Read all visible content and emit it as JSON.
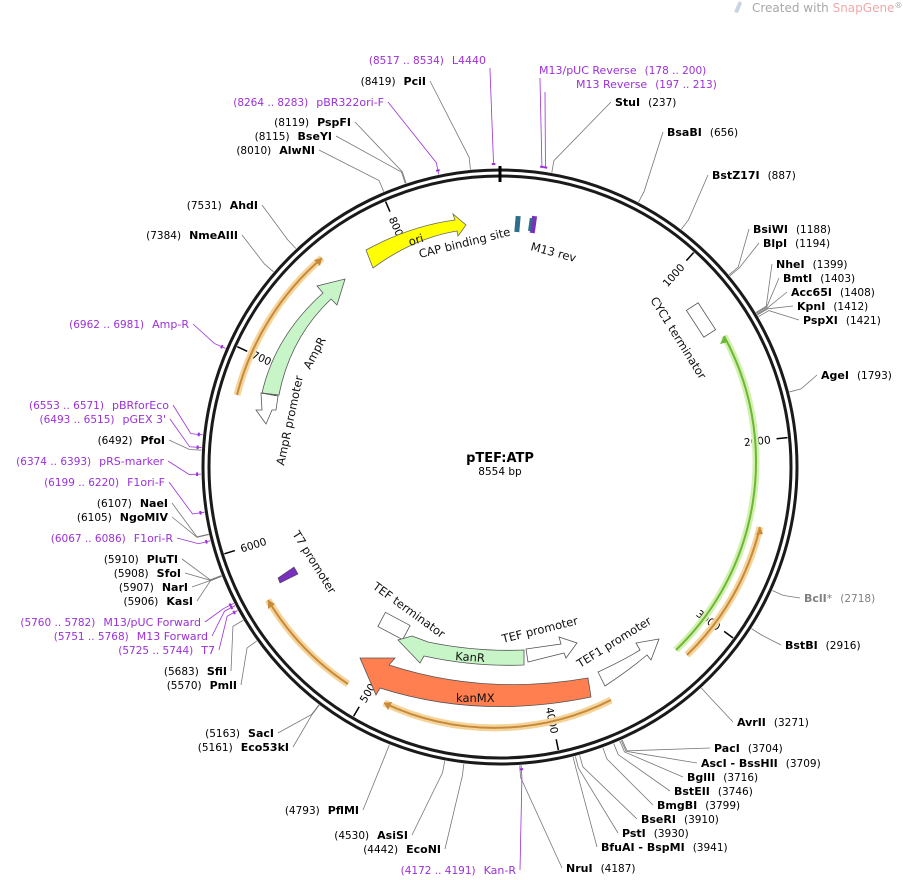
{
  "brand": {
    "text": "Created with ",
    "name": "SnapGene",
    "mark": "®"
  },
  "plasmid": {
    "name": "pTEF:ATP",
    "length_label": "8554 bp",
    "length": 8554
  },
  "ticks": [
    {
      "bp": 1000,
      "label": "1000"
    },
    {
      "bp": 2000,
      "label": "2000"
    },
    {
      "bp": 3000,
      "label": "3000"
    },
    {
      "bp": 4000,
      "label": "4000"
    },
    {
      "bp": 5000,
      "label": "5000"
    },
    {
      "bp": 6000,
      "label": "6000"
    },
    {
      "bp": 7000,
      "label": "7000"
    },
    {
      "bp": 8000,
      "label": "8000"
    }
  ],
  "colors": {
    "backbone": "#1a1a1a",
    "primer": "#9b30d9",
    "ori": "#ffff00",
    "ampr": "#c8f5c8",
    "kanr": "#c8f5c8",
    "kanmx": "#ff7f50",
    "orf": "#c8893a",
    "orf_glow": "#f5d49a",
    "cyc1_orf": "#6ab833",
    "cyc1_glow": "#d4f0b0",
    "cap": "#2d6f8a",
    "m13": "#7b2fbf"
  },
  "labels": {
    "right": [
      {
        "pos": "(237)",
        "name": "StuI",
        "bp": 237,
        "kind": "enzyme"
      },
      {
        "pos": "(656)",
        "name": "BsaBI",
        "bp": 656,
        "kind": "enzyme"
      },
      {
        "pos": "(887)",
        "name": "BstZ17I",
        "bp": 887,
        "kind": "enzyme"
      },
      {
        "pos": "(1188)",
        "name": "BsiWI",
        "bp": 1188,
        "kind": "enzyme"
      },
      {
        "pos": "(1194)",
        "name": "BlpI",
        "bp": 1194,
        "kind": "enzyme"
      },
      {
        "pos": "(1399)",
        "name": "NheI",
        "bp": 1399,
        "kind": "enzyme"
      },
      {
        "pos": "(1403)",
        "name": "BmtI",
        "bp": 1403,
        "kind": "enzyme"
      },
      {
        "pos": "(1408)",
        "name": "Acc65I",
        "bp": 1408,
        "kind": "enzyme"
      },
      {
        "pos": "(1412)",
        "name": "KpnI",
        "bp": 1412,
        "kind": "enzyme"
      },
      {
        "pos": "(1421)",
        "name": "PspXI",
        "bp": 1421,
        "kind": "enzyme"
      },
      {
        "pos": "(1793)",
        "name": "AgeI",
        "bp": 1793,
        "kind": "enzyme"
      },
      {
        "pos": "(2718)",
        "name": "BclI",
        "star": "*",
        "bp": 2718,
        "kind": "nonunique"
      },
      {
        "pos": "(2916)",
        "name": "BstBI",
        "bp": 2916,
        "kind": "enzyme"
      },
      {
        "pos": "(3271)",
        "name": "AvrII",
        "bp": 3271,
        "kind": "enzyme"
      },
      {
        "pos": "(3704)",
        "name": "PacI",
        "bp": 3704,
        "kind": "enzyme"
      },
      {
        "pos": "(3709)",
        "name": "AscI - BssHII",
        "bp": 3709,
        "kind": "enzyme"
      },
      {
        "pos": "(3716)",
        "name": "BglII",
        "bp": 3716,
        "kind": "enzyme"
      },
      {
        "pos": "(3746)",
        "name": "BstEII",
        "bp": 3746,
        "kind": "enzyme"
      },
      {
        "pos": "(3799)",
        "name": "BmgBI",
        "bp": 3799,
        "kind": "enzyme"
      },
      {
        "pos": "(3910)",
        "name": "BseRI",
        "bp": 3910,
        "kind": "enzyme"
      },
      {
        "pos": "(3930)",
        "name": "PstI",
        "bp": 3930,
        "kind": "enzyme"
      },
      {
        "pos": "(3941)",
        "name": "BfuAI - BspMI",
        "bp": 3941,
        "kind": "enzyme"
      },
      {
        "pos": "(4187)",
        "name": "NruI",
        "bp": 4187,
        "kind": "enzyme"
      }
    ],
    "left": [
      {
        "pos": "(8419)",
        "name": "PciI",
        "bp": 8419,
        "kind": "enzyme"
      },
      {
        "pos": "(8264 .. 8283)",
        "name": "pBR322ori-F",
        "bp": 8273,
        "kind": "primer"
      },
      {
        "pos": "(8119)",
        "name": "PspFI",
        "bp": 8119,
        "kind": "enzyme"
      },
      {
        "pos": "(8115)",
        "name": "BseYI",
        "bp": 8115,
        "kind": "enzyme"
      },
      {
        "pos": "(8010)",
        "name": "AlwNI",
        "bp": 8010,
        "kind": "enzyme"
      },
      {
        "pos": "(7531)",
        "name": "AhdI",
        "bp": 7531,
        "kind": "enzyme"
      },
      {
        "pos": "(7384)",
        "name": "NmeAIII",
        "bp": 7384,
        "kind": "enzyme"
      },
      {
        "pos": "(6962 .. 6981)",
        "name": "Amp-R",
        "bp": 6971,
        "kind": "primer"
      },
      {
        "pos": "(6553 .. 6571)",
        "name": "pBRforEco",
        "bp": 6562,
        "kind": "primer"
      },
      {
        "pos": "(6493 .. 6515)",
        "name": "pGEX 3'",
        "bp": 6504,
        "kind": "primer"
      },
      {
        "pos": "(6492)",
        "name": "PfoI",
        "bp": 6492,
        "kind": "enzyme"
      },
      {
        "pos": "(6374 .. 6393)",
        "name": "pRS-marker",
        "bp": 6383,
        "kind": "primer"
      },
      {
        "pos": "(6199 .. 6220)",
        "name": "F1ori-F",
        "bp": 6209,
        "kind": "primer"
      },
      {
        "pos": "(6107)",
        "name": "NaeI",
        "bp": 6107,
        "kind": "enzyme"
      },
      {
        "pos": "(6105)",
        "name": "NgoMIV",
        "bp": 6105,
        "kind": "enzyme"
      },
      {
        "pos": "(6067 .. 6086)",
        "name": "F1ori-R",
        "bp": 6076,
        "kind": "primer"
      },
      {
        "pos": "(5910)",
        "name": "PluTI",
        "bp": 5910,
        "kind": "enzyme"
      },
      {
        "pos": "(5908)",
        "name": "SfoI",
        "bp": 5908,
        "kind": "enzyme"
      },
      {
        "pos": "(5907)",
        "name": "NarI",
        "bp": 5907,
        "kind": "enzyme"
      },
      {
        "pos": "(5906)",
        "name": "KasI",
        "bp": 5906,
        "kind": "enzyme"
      },
      {
        "pos": "(5760 .. 5782)",
        "name": "M13/pUC Forward",
        "bp": 5771,
        "kind": "primer"
      },
      {
        "pos": "(5751 .. 5768)",
        "name": "M13 Forward",
        "bp": 5759,
        "kind": "primer"
      },
      {
        "pos": "(5725 .. 5744)",
        "name": "T7",
        "bp": 5734,
        "kind": "primer"
      },
      {
        "pos": "(5683)",
        "name": "SfiI",
        "bp": 5683,
        "kind": "enzyme"
      },
      {
        "pos": "(5570)",
        "name": "PmlI",
        "bp": 5570,
        "kind": "enzyme"
      },
      {
        "pos": "(5163)",
        "name": "SacI",
        "bp": 5163,
        "kind": "enzyme"
      },
      {
        "pos": "(5161)",
        "name": "Eco53kI",
        "bp": 5161,
        "kind": "enzyme"
      },
      {
        "pos": "(4793)",
        "name": "PflMI",
        "bp": 4793,
        "kind": "enzyme"
      },
      {
        "pos": "(4530)",
        "name": "AsiSI",
        "bp": 4530,
        "kind": "enzyme"
      },
      {
        "pos": "(4442)",
        "name": "EcoNI",
        "bp": 4442,
        "kind": "enzyme"
      },
      {
        "pos": "(4172 .. 4191)",
        "name": "Kan-R",
        "bp": 4181,
        "kind": "primer"
      }
    ],
    "top": [
      {
        "pos": "(8517 .. 8534)",
        "name": "L4440",
        "bp": 8525,
        "kind": "primer"
      },
      {
        "name": "M13/pUC Reverse",
        "pos": "(178 .. 200)",
        "bp": 189,
        "kind": "primer"
      },
      {
        "name": "M13 Reverse",
        "pos": "(197 .. 213)",
        "bp": 205,
        "kind": "primer"
      }
    ]
  },
  "features": {
    "ori": "ori",
    "cap": "CAP binding site",
    "m13rev": "M13 rev",
    "cyc1": "CYC1 terminator",
    "ampr": "AmpR",
    "ampr_promoter": "AmpR promoter",
    "t7": "T7 promoter",
    "tef_terminator": "TEF terminator",
    "tef_promoter": "TEF promoter",
    "kanr": "KanR",
    "tef1_promoter": "TEF1 promoter",
    "kanmx": "kanMX"
  }
}
